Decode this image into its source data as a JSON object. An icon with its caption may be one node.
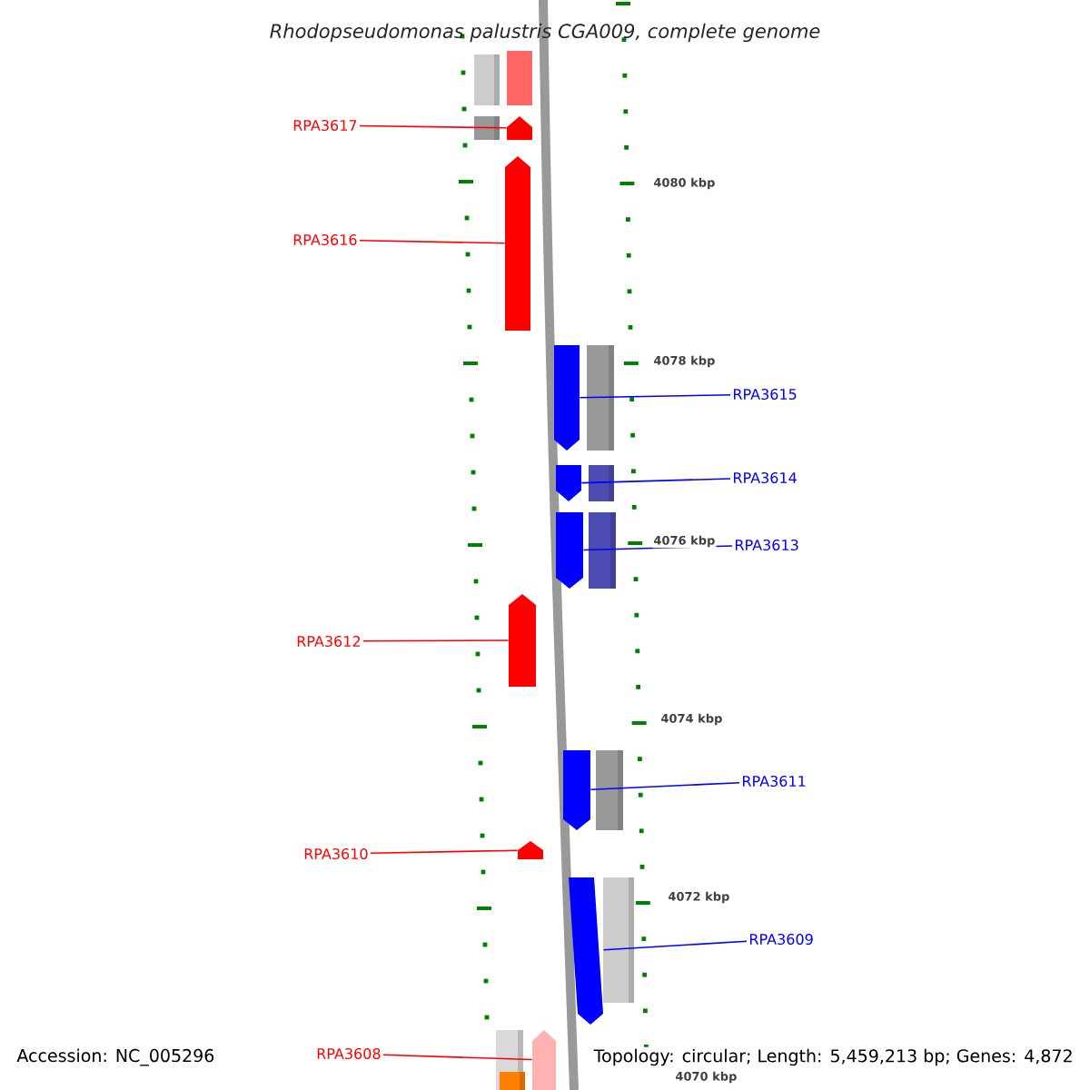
{
  "diagram": {
    "title": "*Rhodopseudomonas palustris* *CGA009, complete genome*",
    "nodes": [
      {
        "text": [
          "RPA3617"
        ]
      },
      {
        "text": [
          "RPA3616"
        ]
      },
      {
        "text": [
          "RPA3615"
        ]
      },
      {
        "text": [
          "RPA3614"
        ]
      },
      {
        "text": [
          "RPA3613"
        ]
      },
      {
        "text": [
          "RPA3612"
        ]
      },
      {
        "text": [
          "RPA3611"
        ]
      },
      {
        "text": [
          "RPA3610"
        ]
      },
      {
        "text": [
          "RPA3609"
        ]
      },
      {
        "text": [
          "RPA3608"
        ]
      },
      {
        "text": [],
        "shape": "pentagon"
      },
      {
        "text": [],
        "shape": "pentagon"
      },
      {
        "text": [],
        "shape": "pentagon"
      },
      {
        "text": [],
        "shape": "pentagon"
      },
      {
        "text": [],
        "shape": "pentagon"
      },
      {
        "text": [],
        "shape": "pentagon"
      },
      {
        "text": [],
        "shape": "pentagon"
      },
      {
        "text": [],
        "shape": "pentagon"
      },
      {
        "text": [],
        "shape": "pentagon"
      },
      {
        "text": [],
        "shape": "pentagon"
      }
    ],
    "edges": [
      {
        "from": 0,
        "to": 10,
        "arrow": "none",
        "color": "#ff0000"
      },
      {
        "from": 1,
        "to": 11,
        "arrow": "none",
        "color": "#ff0000"
      },
      {
        "from": 2,
        "to": 12,
        "arrow": "none",
        "color": "#0000ff"
      },
      {
        "from": 3,
        "to": 13,
        "arrow": "none",
        "color": "#0000ff"
      },
      {
        "from": 4,
        "to": 14,
        "arrow": "none",
        "color": "#0000ff"
      },
      {
        "from": 5,
        "to": 15,
        "arrow": "none",
        "color": "#ff0000"
      },
      {
        "from": 6,
        "to": 16,
        "arrow": "none",
        "color": "#0000ff"
      },
      {
        "from": 7,
        "to": 17,
        "arrow": "none",
        "color": "#ff0000"
      },
      {
        "from": 8,
        "to": 18,
        "arrow": "none",
        "color": "#0000ff"
      },
      {
        "from": 9,
        "to": 19,
        "arrow": "none",
        "color": "#ff0000"
      }
    ],
    "labels": [
      "4080 kbp",
      "4078 kbp",
      "4076 kbp",
      "4074 kbp",
      "4072 kbp",
      "4070 kbp",
      "Accession: NC_005296",
      "Topology: circular; Length: 5,459,213 bp; Genes: 4,872"
    ]
  }
}
